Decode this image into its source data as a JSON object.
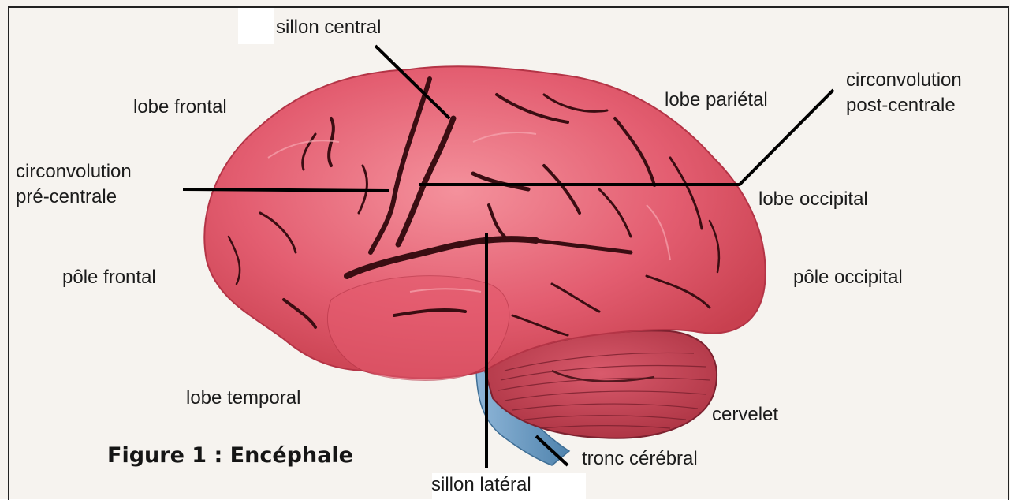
{
  "labels": {
    "sillon_central": "sillon central",
    "lobe_frontal": "lobe frontal",
    "lobe_parietal": "lobe pariétal",
    "circonvolution_post_centrale": "circonvolution\npost-centrale",
    "circonvolution_pre_centrale": "circonvolution\npré-centrale",
    "lobe_occipital": "lobe occipital",
    "pole_frontal": "pôle frontal",
    "pole_occipital": "pôle occipital",
    "lobe_temporal": "lobe temporal",
    "cervelet": "cervelet",
    "tronc_cerebral": "tronc cérébral",
    "sillon_lateral": "sillon latéral"
  },
  "caption": "Figure 1 : Encéphale",
  "colors": {
    "cortex": "#e0566a",
    "cortex_light": "#f08a95",
    "sulcus": "#3a0d12",
    "cerebellum": "#b83a4c",
    "brainstem": "#6a9cc4",
    "leader_line": "#000000"
  }
}
